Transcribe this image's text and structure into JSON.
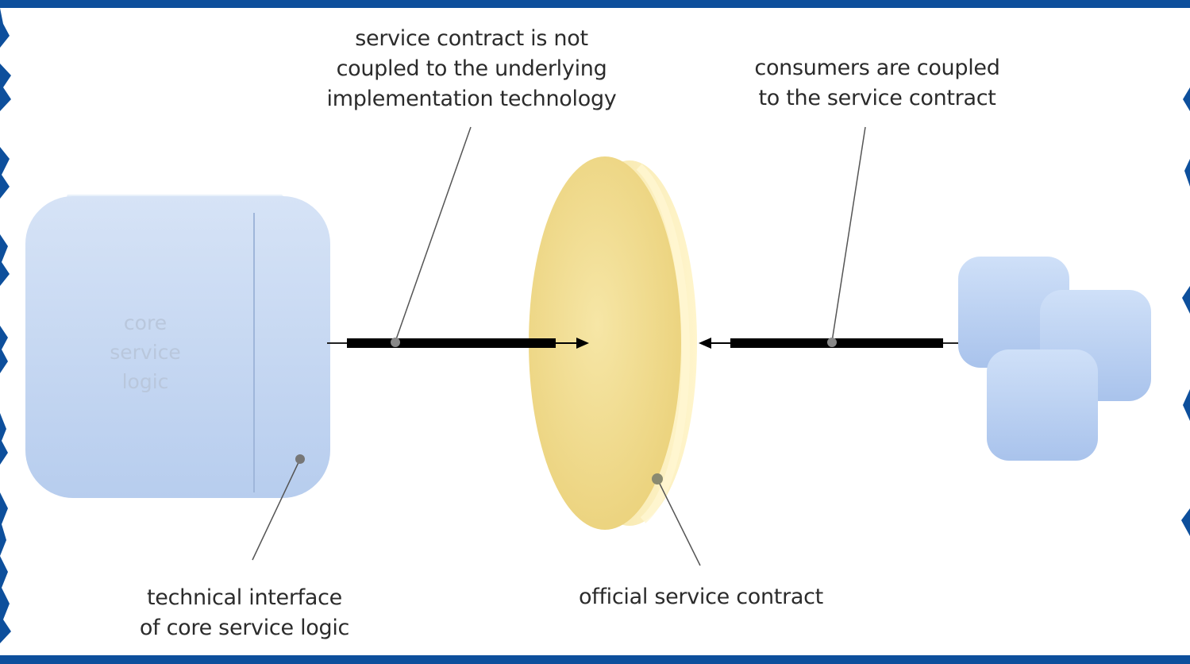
{
  "diagram": {
    "core_label": "core\nservice\nlogic",
    "labels": {
      "contract_not_coupled": "service contract is not\ncoupled to the underlying\nimplementation technology",
      "consumers_coupled": "consumers are coupled\nto the service contract",
      "technical_interface": "technical interface\nof core service logic",
      "official_contract": "official service contract"
    },
    "colors": {
      "frame": "#0d4f9c",
      "panel": "#ffffff",
      "service_box": "#c4d6f1",
      "contract_disc": "#f2dc8c",
      "consumer": "#bcd2f1",
      "line": "#000000"
    }
  }
}
